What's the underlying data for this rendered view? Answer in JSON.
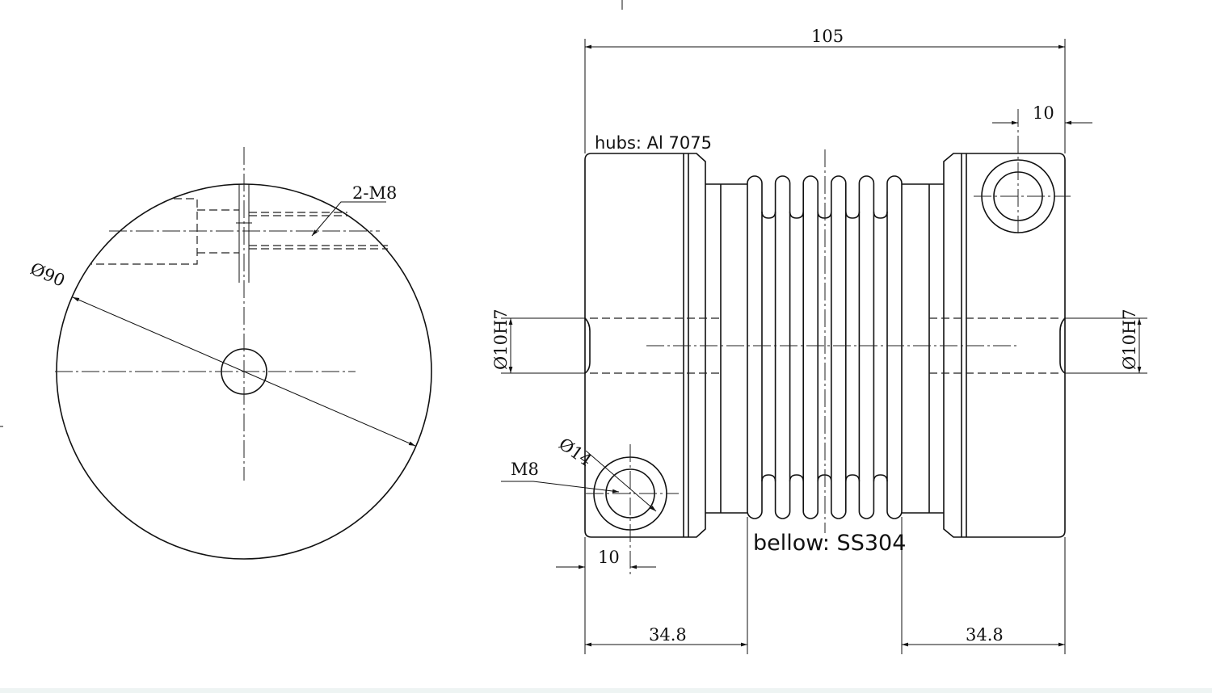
{
  "front_view": {
    "diameter": "Ø90",
    "thread": "2-M8"
  },
  "side_view": {
    "overall_length": "105",
    "screw_offset_top": "10",
    "screw_offset_bottom": "10",
    "bore_left": "Ø10H7",
    "bore_right": "Ø10H7",
    "counterbore": "Ø14",
    "screw": "M8",
    "hub_length_left": "34.8",
    "hub_length_right": "34.8",
    "hub_material": "hubs: Al 7075",
    "bellow_material": "bellow: SS304"
  }
}
